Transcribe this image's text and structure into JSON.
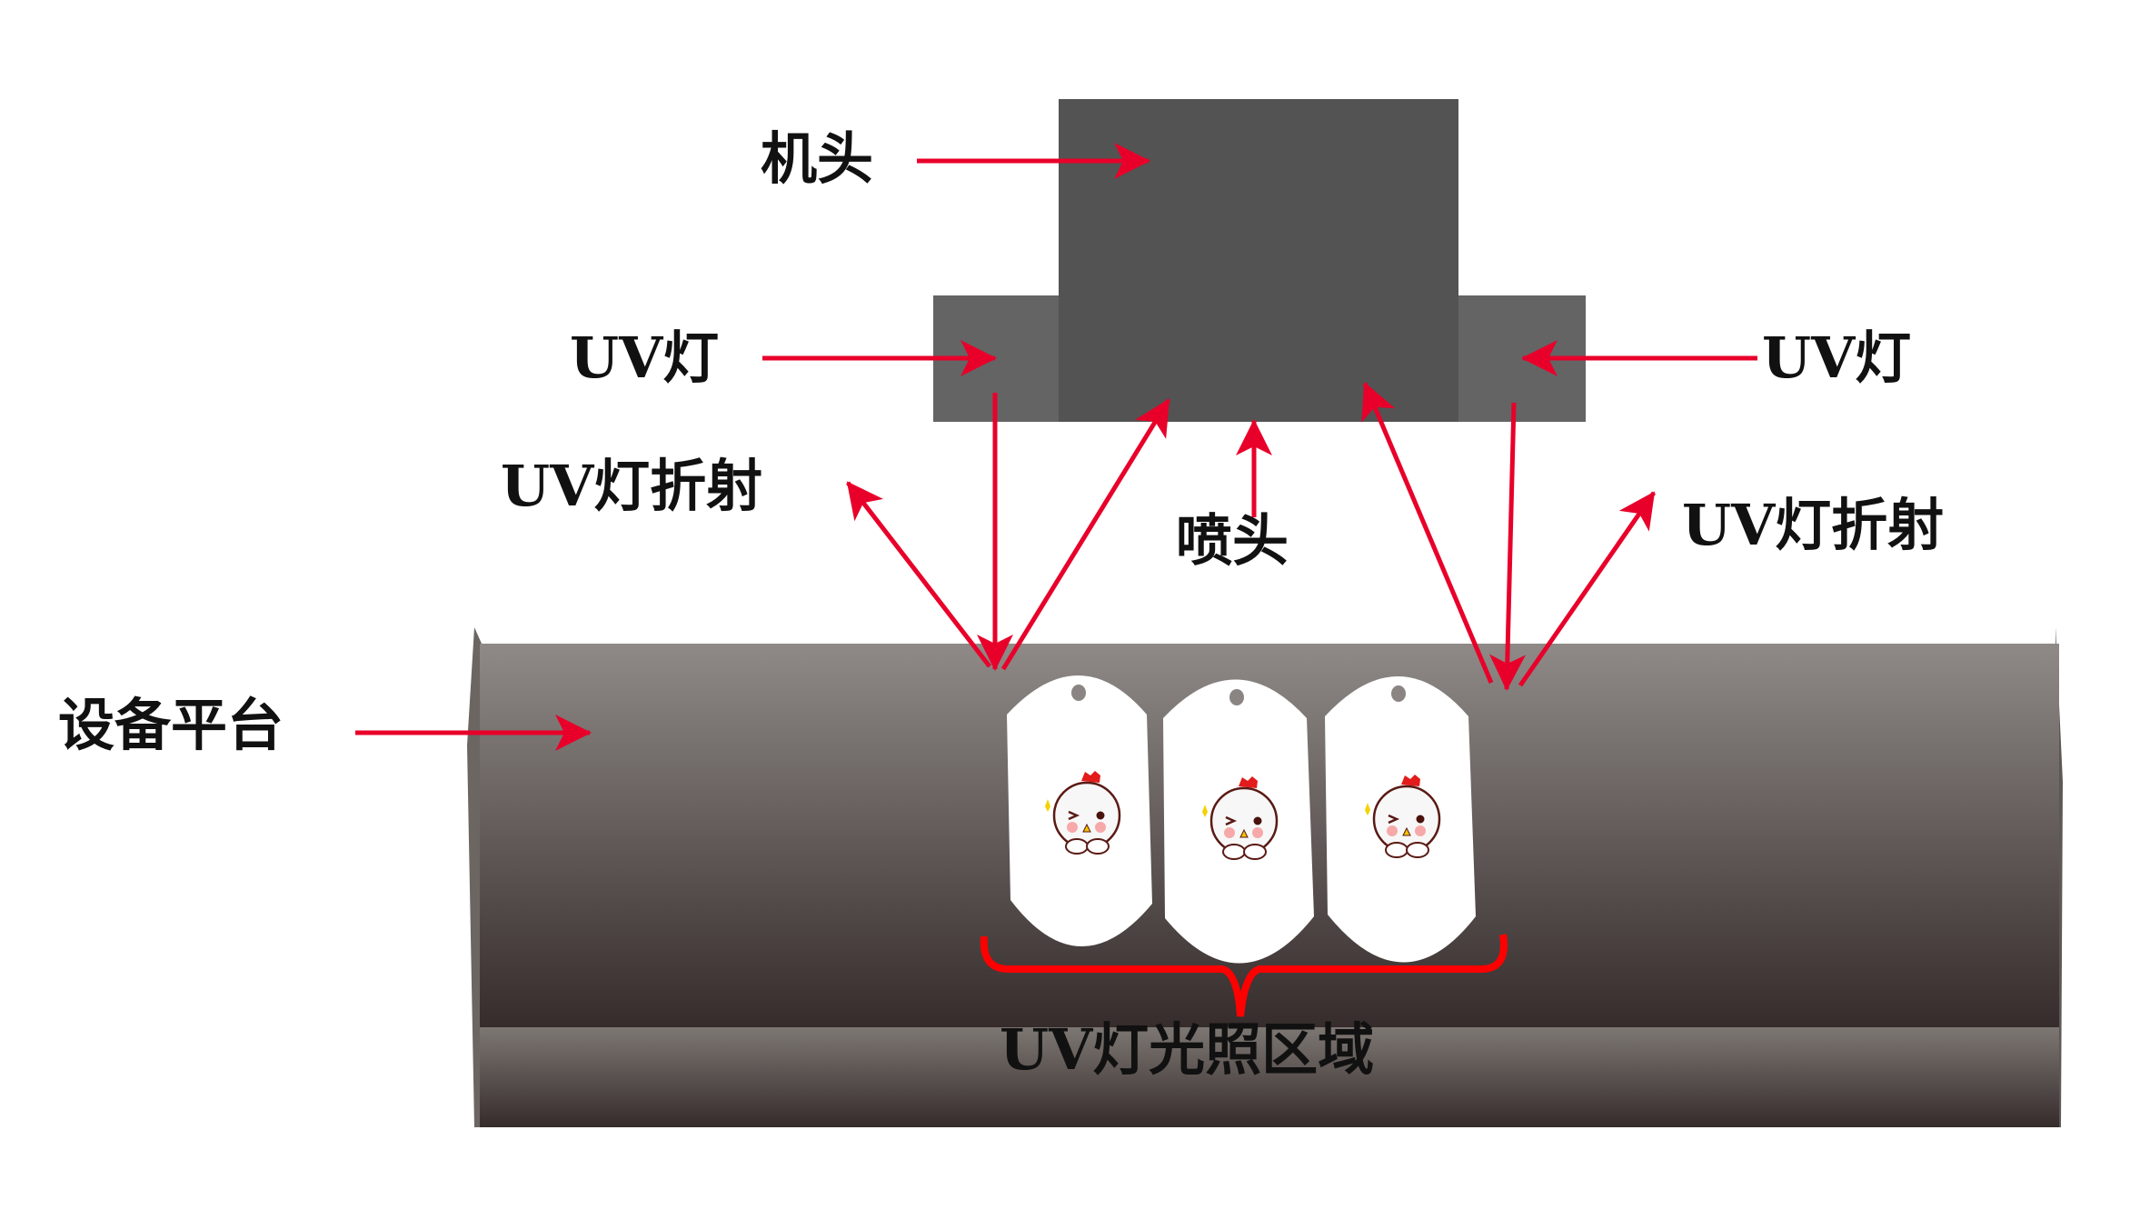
{
  "labels": {
    "machine_head": "机头",
    "uv_lamp_left": "UV灯",
    "uv_lamp_right": "UV灯",
    "uv_refraction_left": "UV灯折射",
    "uv_refraction_right": "UV灯折射",
    "nozzle": "喷头",
    "platform": "设备平台",
    "uv_illumination_area": "UV灯光照区域"
  },
  "colors": {
    "arrow": "#e8002a",
    "head": "#535353",
    "lamp": "#646464",
    "platform_top": "#8f8a87",
    "platform_bottom": "#352c2b"
  },
  "tags": [
    {
      "icon": "chicken-icon"
    },
    {
      "icon": "chicken-icon"
    },
    {
      "icon": "chicken-icon"
    }
  ]
}
